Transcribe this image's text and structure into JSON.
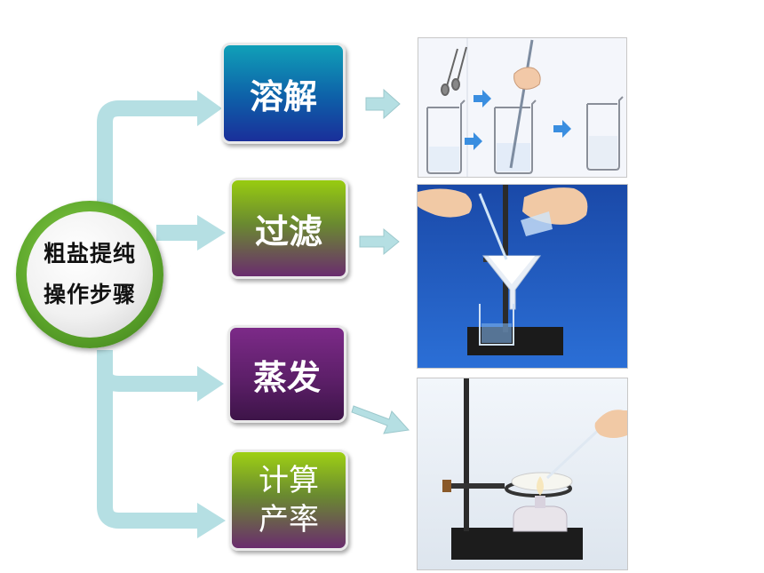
{
  "hub": {
    "line1": "粗盐提纯",
    "line2": "操作步骤"
  },
  "steps": [
    {
      "id": "dissolve",
      "label": "溶解"
    },
    {
      "id": "filter",
      "label": "过滤"
    },
    {
      "id": "evaporate",
      "label": "蒸发"
    },
    {
      "id": "calculate",
      "label_line1": "计算",
      "label_line2": "产率"
    }
  ],
  "colors": {
    "connector": "#b5dfe3",
    "hub_ring": "#5ea82c"
  },
  "icons": [
    "hub-circle",
    "branch-arrow",
    "step-arrow",
    "beaker-icon",
    "glass-rod-icon",
    "funnel-icon",
    "iron-stand-icon",
    "evaporating-dish-icon",
    "alcohol-lamp-icon",
    "hand-icon"
  ]
}
